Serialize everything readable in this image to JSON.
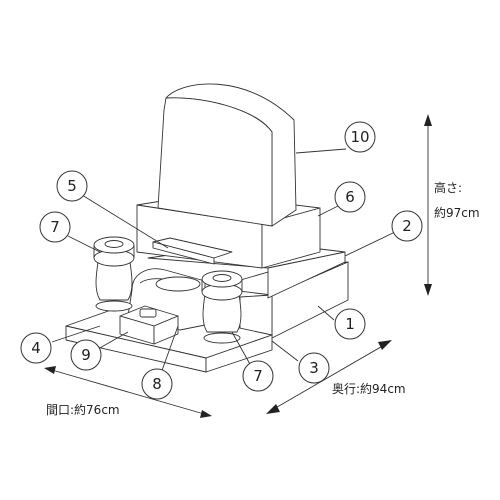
{
  "dimensions": {
    "height_label": "高さ:",
    "height_value": "約97cm",
    "depth": "奥行:約94cm",
    "width": "間口:約76cm"
  },
  "callouts": {
    "n1": "1",
    "n2": "2",
    "n3": "3",
    "n4": "4",
    "n5": "5",
    "n6": "6",
    "n7a": "7",
    "n7b": "7",
    "n8": "8",
    "n9": "9",
    "n10": "10"
  }
}
